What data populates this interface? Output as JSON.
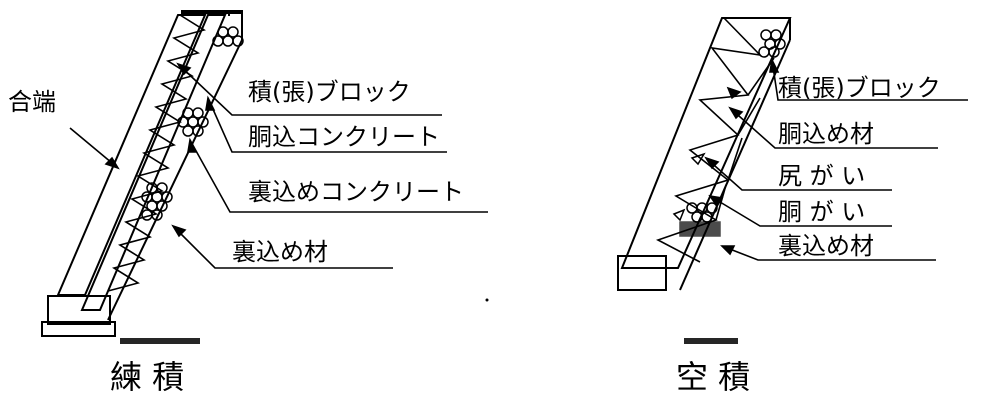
{
  "left_diagram": {
    "label_joint": "合端",
    "labels": [
      "積(張)ブロック",
      "胴込コンクリート",
      "裏込めコンクリート",
      "裏込め材"
    ],
    "caption": "練 積"
  },
  "right_diagram": {
    "labels": [
      "積(張)ブロック",
      "胴込め材",
      "尻 が い",
      "胴 が い",
      "裏込め材"
    ],
    "caption": "空 積"
  },
  "colors": {
    "ink": "#000000",
    "background": "#ffffff"
  }
}
